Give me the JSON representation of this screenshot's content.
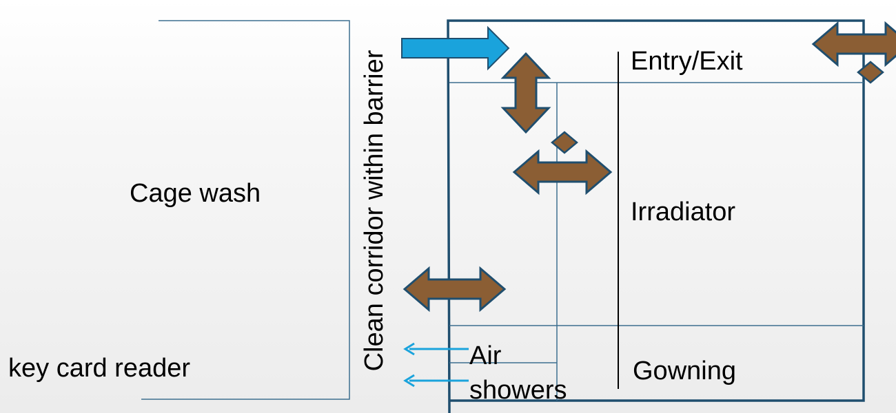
{
  "labels": {
    "cage_wash": "Cage wash",
    "key_card_reader": "key card reader",
    "clean_corridor": "Clean corridor within barrier",
    "entry_exit": "Entry/Exit",
    "irradiator": "Irradiator",
    "gowning": "Gowning",
    "air_showers_line1": "Air",
    "air_showers_line2": "showers"
  },
  "colors": {
    "outline": "#1f4e6e",
    "thin_line": "#3c6e8f",
    "arrow_brown": "#8b5e34",
    "arrow_blue": "#1aa3dc",
    "text": "#000000"
  }
}
